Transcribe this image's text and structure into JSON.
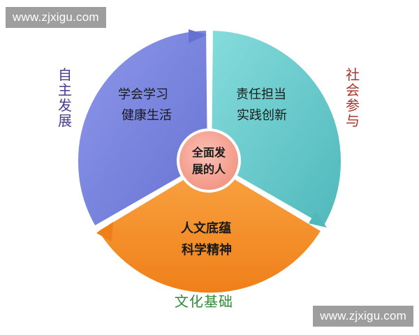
{
  "watermark": {
    "top": "www.zjxigu.com",
    "bottom": "www.zjxigu.com"
  },
  "center": {
    "line1": "全面发",
    "line2": "展的人"
  },
  "segments": [
    {
      "label": "自主发展",
      "line1": "学会学习",
      "line2": "健康生活",
      "color": "#7b86de"
    },
    {
      "label": "社会参与",
      "line1": "责任担当",
      "line2": "实践创新",
      "color": "#5fc7c9"
    },
    {
      "label": "文化基础",
      "line1": "人文底蕴",
      "line2": "科学精神",
      "color": "#f58f2a"
    }
  ],
  "colors": {
    "center": "#f6a79a",
    "left_label": "#4b3b8f",
    "right_label": "#a8382f",
    "bottom_label": "#2e8b36"
  }
}
